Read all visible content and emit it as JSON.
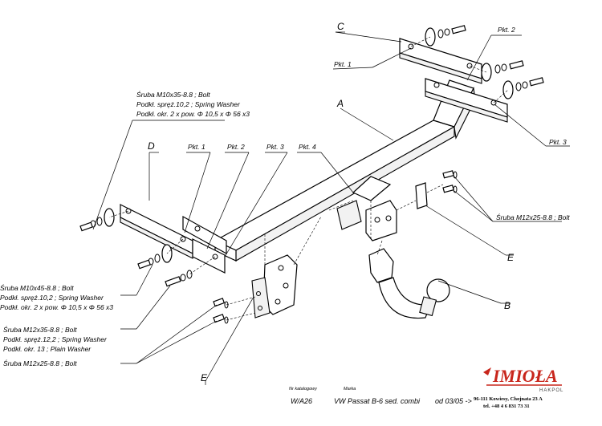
{
  "callouts": {
    "C": "C",
    "A": "A",
    "D": "D",
    "B": "B",
    "E_right": "E",
    "E_bottom": "E",
    "pkt1_top": "Pkt. 1",
    "pkt2_top": "Pkt. 2",
    "pkt3_top": "Pkt. 3",
    "pkt1_left": "Pkt. 1",
    "pkt2_left": "Pkt. 2",
    "pkt3_left": "Pkt. 3",
    "pkt4": "Pkt. 4"
  },
  "notes": {
    "top_left": [
      "Śruba M10x35-8.8 ;  Bolt",
      "Podkł. spręż.10,2 ; Spring Washer",
      "Podkł. okr. 2 x pow.  Φ 10,5 x  Φ 56 x3"
    ],
    "mid_left": [
      "Śruba M10x45-8.8 ;  Bolt",
      "Podkł. spręż.10,2 ; Spring Washer",
      "Podkł. okr. 2 x pow.  Φ 10,5 x  Φ 56 x3"
    ],
    "lower_left": [
      "Śruba M12x35-8.8 ;  Bolt",
      "Podkł. spręż.12,2 ; Spring Washer",
      "Podkł. okr. 13 ; Plain Washer"
    ],
    "bottom_left": "Śruba M12x25-8.8 ;  Bolt",
    "right": "Śruba M12x25-8.8 ;  Bolt"
  },
  "footer": {
    "catalog_caption": "Nr katalogowy",
    "catalog_value": "W/A26",
    "make_caption": "Marka",
    "make_value": "VW Passat B-6 sed. combi",
    "date_value": "od 03/05 ->",
    "logo_text": "IMIOŁA",
    "logo_sub": "HAKPOL",
    "address_line1": "96-111 Kowiesy,  Chojnata 23 A",
    "address_line2": "tel. +48 4 6 831 73 31"
  },
  "colors": {
    "line": "#000000",
    "logo": "#c8261c"
  }
}
